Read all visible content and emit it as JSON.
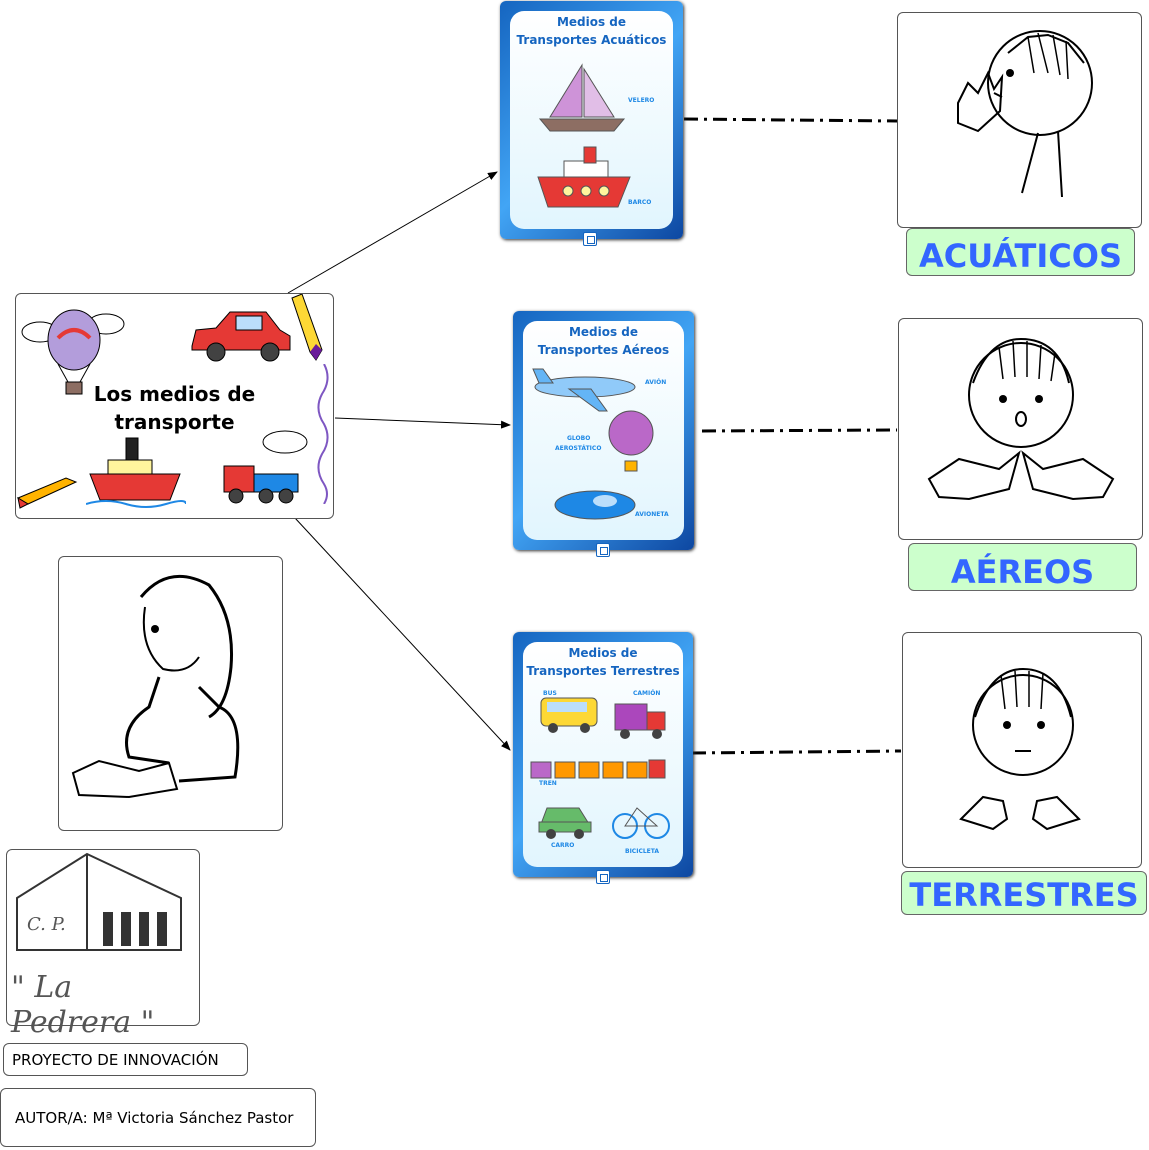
{
  "central": {
    "title_line1": "Los medios de",
    "title_line2": "transporte"
  },
  "cards": [
    {
      "title_line1": "Medios de",
      "title_line2": "Transportes Acuáticos",
      "labels": [
        "VELERO",
        "BARCO"
      ]
    },
    {
      "title_line1": "Medios de",
      "title_line2": "Transportes Aéreos",
      "labels": [
        "AVIÓN",
        "GLOBO",
        "AEROSTÁTICO",
        "AVIONETA"
      ]
    },
    {
      "title_line1": "Medios de",
      "title_line2": "Transportes Terrestres",
      "labels": [
        "BUS",
        "CAMIÓN",
        "TREN",
        "CARRO",
        "BICICLETA"
      ]
    }
  ],
  "categories": [
    "ACUÁTICOS",
    "AÉREOS",
    "TERRESTRES"
  ],
  "school_logo": {
    "line1": "C. P.",
    "line2": "\" La Pedrera \""
  },
  "footer": {
    "project": "PROYECTO DE INNOVACIÓN",
    "author": "AUTOR/A: Mª Victoria Sánchez Pastor"
  },
  "colors": {
    "label_bg": "#ccffcc",
    "label_text": "#3366ff",
    "card_blue": "#1565c0"
  }
}
